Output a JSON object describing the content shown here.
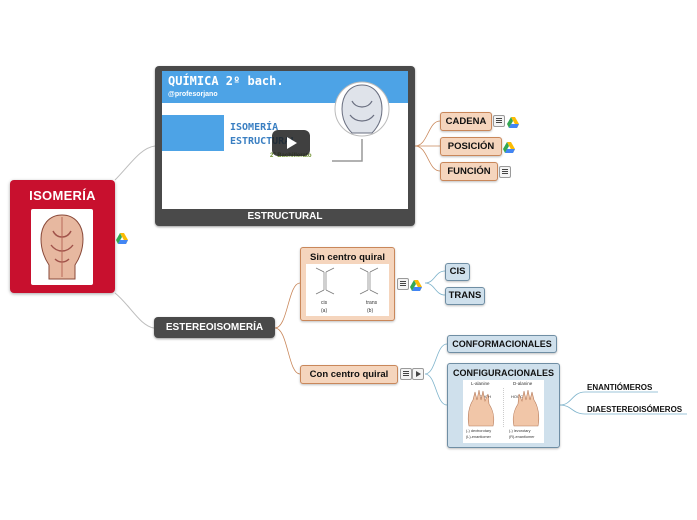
{
  "root": {
    "title": "ISOMERÍA"
  },
  "estructural": {
    "label": "ESTRUCTURAL",
    "video": {
      "title": "QUÍMICA 2º bach.",
      "subtitle": "@profesorjano",
      "heading_line1": "ISOMERÍA",
      "heading_line2": "ESTRUCTURAL",
      "small_text": "2º Bachillerato"
    },
    "children": [
      "CADENA",
      "POSICIÓN",
      "FUNCIÓN"
    ]
  },
  "estereo": {
    "label": "ESTEREOISOMERÍA",
    "sin": {
      "label": "Sin centro quiral",
      "image_labels": [
        "cis",
        "trans",
        "(a)",
        "(b)"
      ],
      "children": [
        "CIS",
        "TRANS"
      ]
    },
    "con": {
      "label": "Con centro quiral",
      "children": {
        "conformacionales": "CONFORMACIONALES",
        "configuracionales": {
          "label": "CONFIGURACIONALES",
          "image_labels": [
            "L-alanine",
            "D-alanine",
            "COOH",
            "HOOC",
            "(-) dextrorotary",
            "(L)-enantiomer",
            "(-) levorotary",
            "(R)-enantiomer"
          ],
          "children": [
            "ENANTIÓMEROS",
            "DIAESTEREOISÓMEROS"
          ]
        }
      }
    }
  },
  "colors": {
    "root": "#c8102e",
    "dark_node": "#4a4a4a",
    "peach": "#f5d5bd",
    "blue": "#cfe0ec",
    "video_blue": "#4da3e6"
  },
  "icons": [
    "notes-icon",
    "google-drive-icon",
    "arrow-right-icon",
    "play-icon"
  ]
}
